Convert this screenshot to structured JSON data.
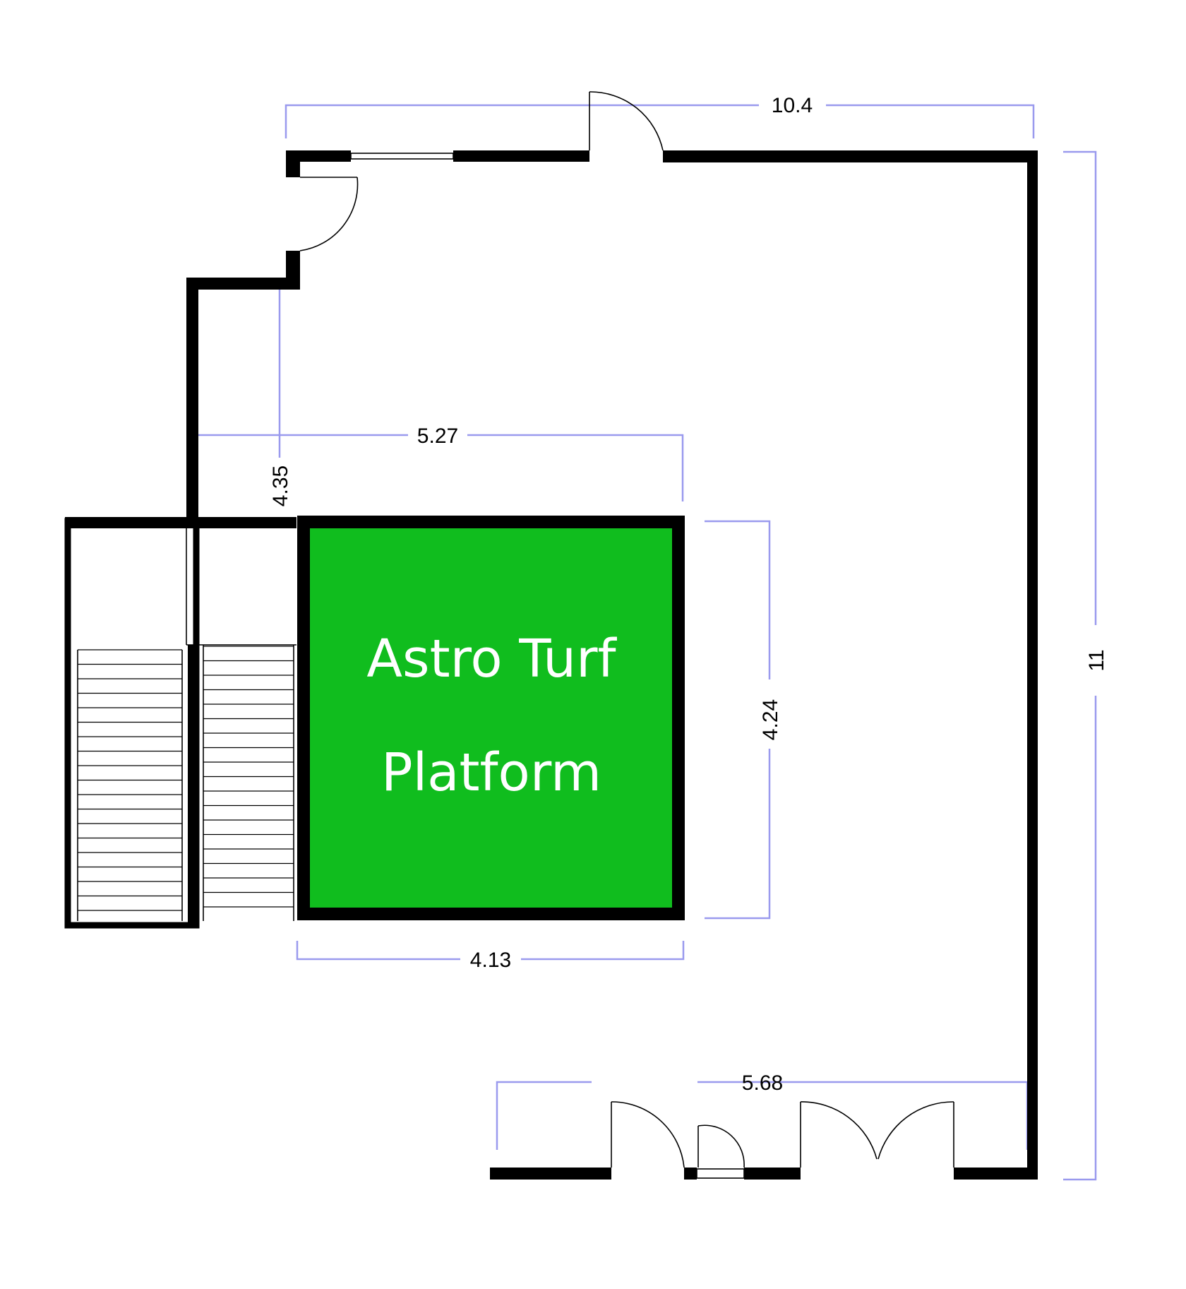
{
  "platform": {
    "line1": "Astro Turf",
    "line2": "Platform",
    "fill_color": "#10bd1e"
  },
  "dimensions": {
    "top_width": "10.4",
    "right_height": "11",
    "mid_width": "5.27",
    "left_depth": "4.35",
    "platform_height": "4.24",
    "platform_width": "4.13",
    "bottom_width": "5.68"
  },
  "colors": {
    "wall": "#000000",
    "dimension_line": "#9a9aee"
  }
}
